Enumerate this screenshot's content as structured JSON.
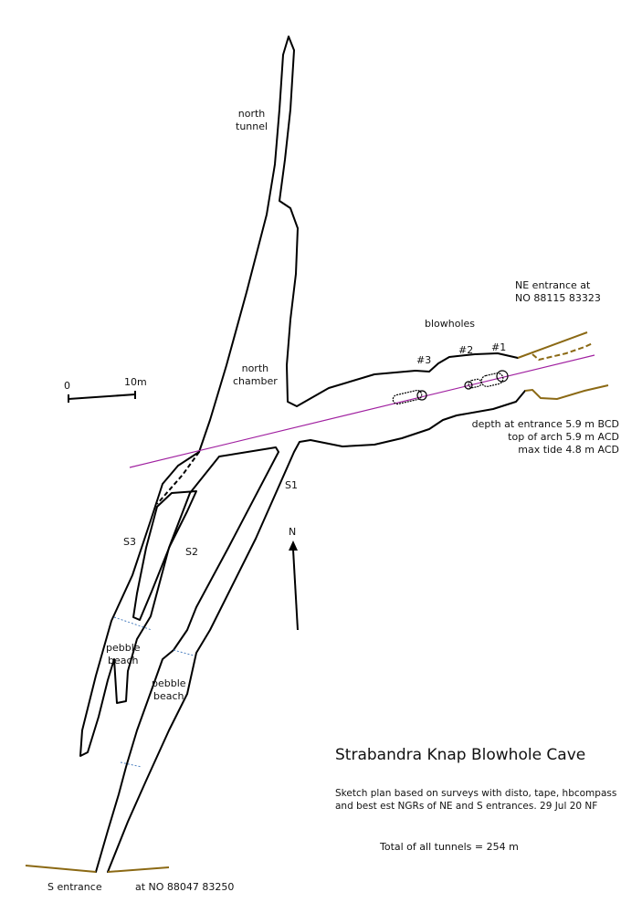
{
  "labels": {
    "north_tunnel": [
      "north",
      "tunnel"
    ],
    "north_chamber": [
      "north",
      "chamber"
    ],
    "blowholes": "blowholes",
    "blowhole_1": "#1",
    "blowhole_2": "#2",
    "blowhole_3": "#3",
    "ne_entrance": [
      "NE entrance at",
      "NO 88115 83323"
    ],
    "depth_notes": [
      "depth at entrance 5.9 m BCD",
      "top of arch  5.9 m ACD",
      "max tide 4.8 m ACD"
    ],
    "s1": "S1",
    "s2": "S2",
    "s3": "S3",
    "north": "N",
    "pebble_beach_1": [
      "pebble",
      "beach"
    ],
    "pebble_beach_2": [
      "pebble",
      "beach"
    ],
    "s_entrance": "S entrance",
    "s_entrance_ngr": "at NO 88047 83250"
  },
  "scale": {
    "start": "0",
    "end": "10m"
  },
  "title": "Strabandra Knap Blowhole Cave",
  "notes": [
    "Sketch plan based on surveys with disto, tape, hbcompass",
    "and best est NGRs of NE and S entrances. 29 Jul 20 NF"
  ],
  "total": "Total of all tunnels = 254 m",
  "colors": {
    "wall": "#000000",
    "shore": "#8b6914",
    "survey_line": "#a020a0",
    "water_line": "#4a7fc0"
  }
}
